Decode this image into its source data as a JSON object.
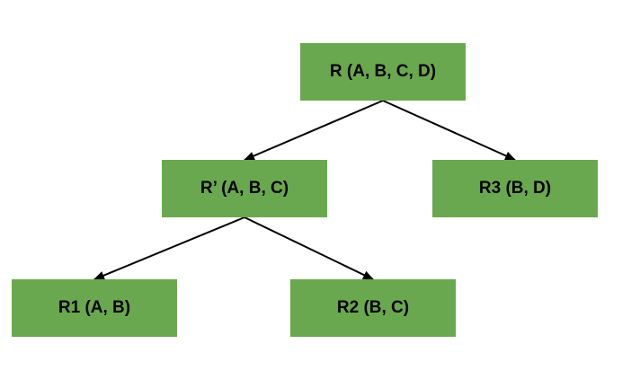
{
  "node_fill": "#6aa84f",
  "edge_color": "#000000",
  "nodes": {
    "r": "R (A, B, C, D)",
    "rprime": "R’ (A, B, C)",
    "r3": "R3 (B, D)",
    "r1": "R1 (A, B)",
    "r2": "R2 (B, C)"
  },
  "edges": [
    {
      "from": "r",
      "to": "rprime"
    },
    {
      "from": "r",
      "to": "r3"
    },
    {
      "from": "rprime",
      "to": "r1"
    },
    {
      "from": "rprime",
      "to": "r2"
    }
  ]
}
